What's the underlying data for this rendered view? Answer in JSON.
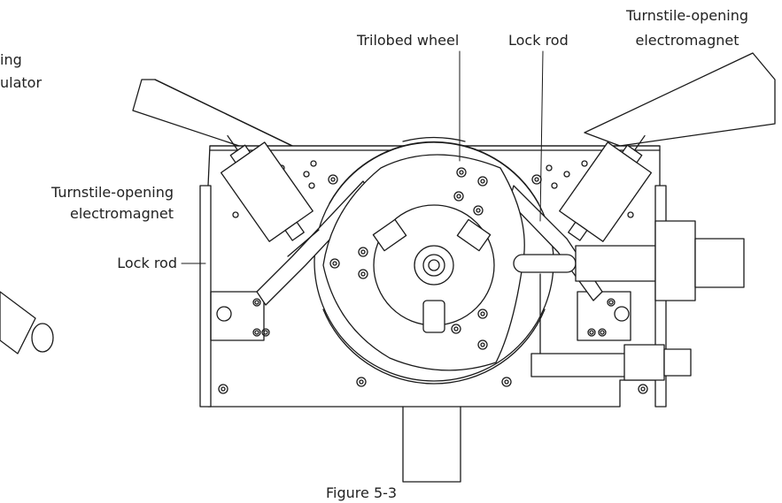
{
  "labels": {
    "top_left_partial_line1": "ing",
    "top_left_partial_line2": "ulator",
    "trilobed_wheel": "Trilobed wheel",
    "lock_rod_top": "Lock rod",
    "turnstile_open_right_line1": "Turnstile-opening",
    "turnstile_open_right_line2": "electromagnet",
    "turnstile_open_left_line1": "Turnstile-opening",
    "turnstile_open_left_line2": "electromagnet",
    "lock_rod_left": "Lock rod",
    "figure_caption": "Figure 5-3"
  },
  "colors": {
    "line": "#1a1a1a",
    "background": "#ffffff"
  }
}
